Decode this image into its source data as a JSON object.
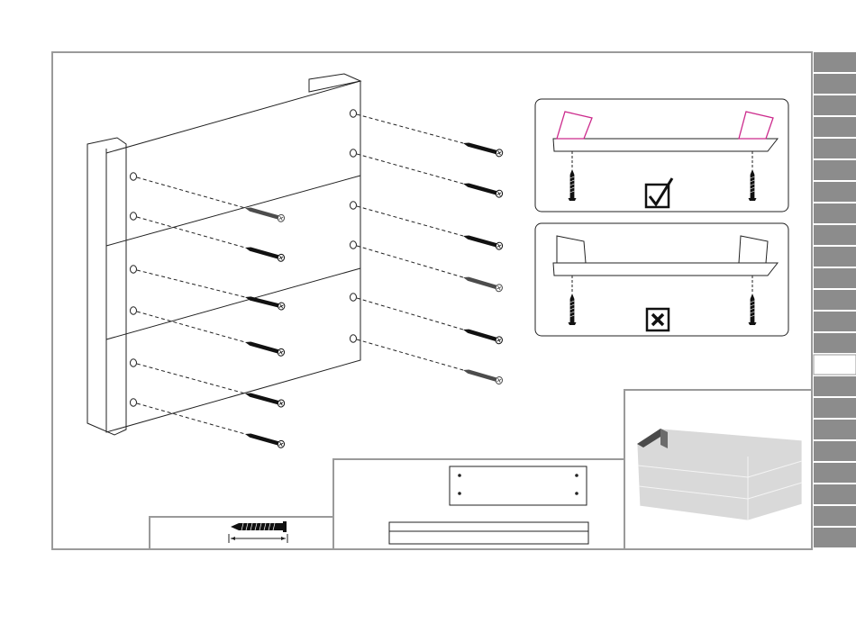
{
  "document": {
    "type": "assembly-instruction-page",
    "colors": {
      "frame": "#9a9a9a",
      "side_tab": "#8c8c8c",
      "side_tab_active": "#ffffff",
      "line": "#222222",
      "highlight": "#cc2a8c",
      "preview_fill": "#d9d9d9",
      "preview_dark": "#4a4a4a"
    },
    "side_tabs": {
      "count": 23,
      "active_index": 14
    },
    "icons": {
      "correct": "checkmark-box-icon",
      "incorrect": "cross-box-icon",
      "screw": "screw-icon"
    },
    "main_panel": {
      "screw_rows": 12
    },
    "callouts": {
      "correct_method": {
        "verdict": "correct"
      },
      "incorrect_method": {
        "verdict": "incorrect"
      }
    }
  }
}
